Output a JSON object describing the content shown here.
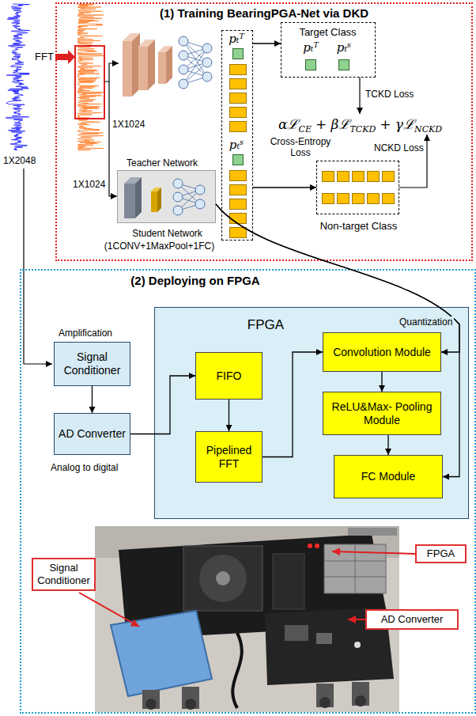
{
  "diagram": {
    "nodes": [
      {
        "text": [
          "(1) Training BearingPGA-Net via DKD"
        ]
      },
      {
        "text": [
          "Student Network",
          "(1CONV+1MaxPool+1FC)"
        ],
        "in": 0
      },
      {
        "text": [
          "pₜᵀ",
          "pₜˢ"
        ],
        "in": 0
      },
      {
        "text": [
          "Target Class",
          "pₜᵀ",
          "pₜˢ"
        ],
        "in": 0
      },
      {
        "text": [
          "Non-target Class"
        ],
        "in": 0
      },
      {
        "text": [
          "(2) Deploying on FPGA"
        ]
      },
      {
        "text": [
          "Signal Conditioner"
        ],
        "in": 5
      },
      {
        "text": [
          "AD Converter"
        ],
        "in": 5
      },
      {
        "text": [
          "FPGA"
        ],
        "in": 5
      },
      {
        "text": [
          "FIFO"
        ],
        "in": 8
      },
      {
        "text": [
          "Pipelined FFT"
        ],
        "in": 8
      },
      {
        "text": [
          "Convolution Module"
        ],
        "in": 8
      },
      {
        "text": [
          "ReLU&Max- Pooling Module"
        ],
        "in": 8
      },
      {
        "text": [
          "FC Module"
        ],
        "in": 8
      },
      {
        "text": [
          "FPGA"
        ],
        "in": 5
      },
      {
        "text": [
          "Signal Conditioner"
        ],
        "in": 5
      },
      {
        "text": [
          "AD Converter"
        ],
        "in": 5
      }
    ],
    "edges": [
      {
        "from": 2,
        "to": 3,
        "arrow": "to"
      },
      {
        "from": 2,
        "to": 4,
        "arrow": "to"
      },
      {
        "from": 1,
        "to": 11,
        "arrow": "to"
      },
      {
        "from": 1,
        "to": 13,
        "arrow": "to"
      },
      {
        "from": 6,
        "to": 7,
        "arrow": "to"
      },
      {
        "from": 7,
        "to": 9,
        "arrow": "to"
      },
      {
        "from": 9,
        "to": 10,
        "arrow": "to"
      },
      {
        "from": 10,
        "to": 11,
        "arrow": "to"
      },
      {
        "from": 11,
        "to": 12,
        "arrow": "to"
      },
      {
        "from": 12,
        "to": 13,
        "arrow": "to"
      }
    ],
    "labels": [
      "1X2048",
      "FFT",
      "1X1024",
      "1X1024",
      "Teacher Network",
      "TCKD Loss",
      "αℒ",
      "CE",
      "+ βℒ",
      "TCKD",
      "+ γℒ",
      "NCKD",
      "Cross-Entropy Loss",
      "NCKD Loss",
      "Amplification",
      "Analog to digital",
      "Quantization"
    ]
  }
}
